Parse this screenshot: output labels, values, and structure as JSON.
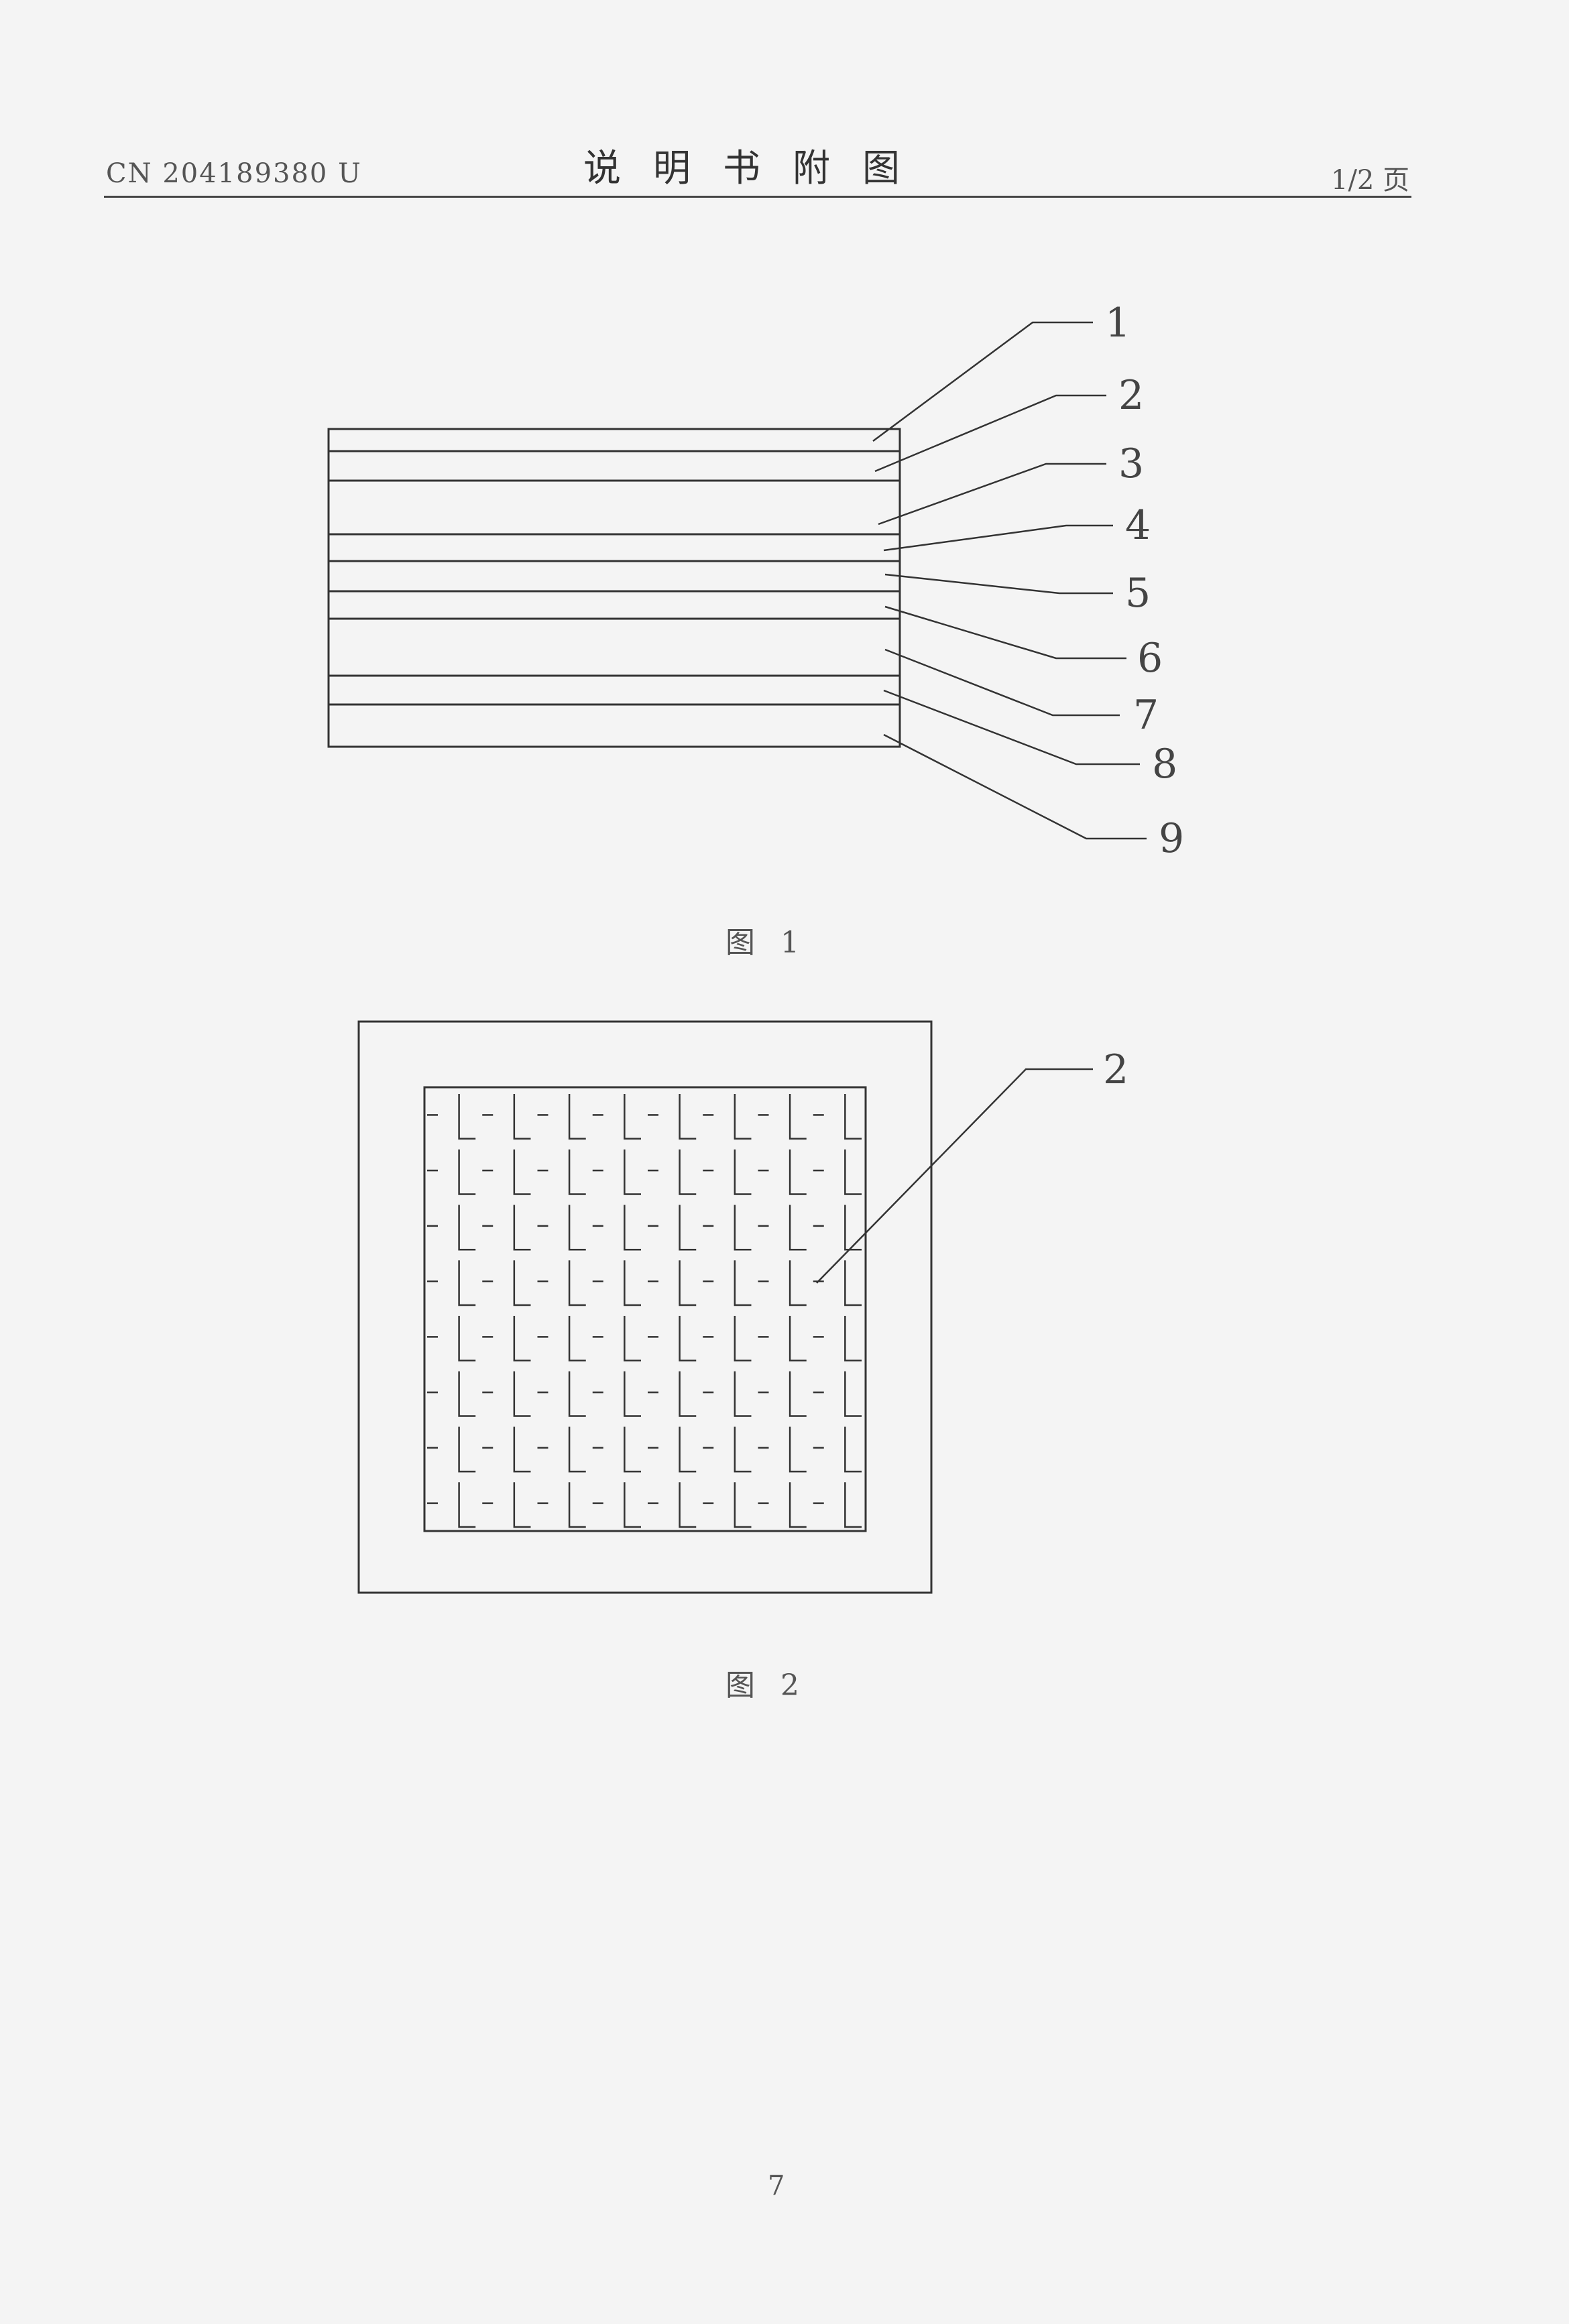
{
  "header": {
    "publication_number": "CN 204189380 U",
    "title": "说明书附图",
    "page_indicator": "1/2 页"
  },
  "figure1": {
    "caption": "图 1",
    "labels": [
      "1",
      "2",
      "3",
      "4",
      "5",
      "6",
      "7",
      "8",
      "9"
    ]
  },
  "figure2": {
    "caption": "图 2",
    "labels": [
      "2"
    ]
  },
  "footer": {
    "page_number": "7"
  }
}
